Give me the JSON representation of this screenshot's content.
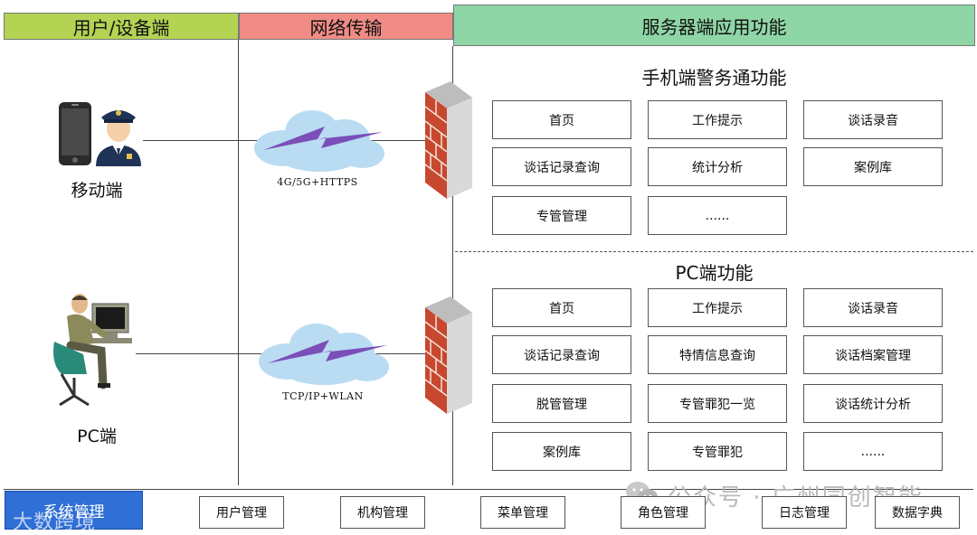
{
  "headers": {
    "user_device": "用户/设备端",
    "network": "网络传输",
    "server": "服务器端应用功能"
  },
  "colors": {
    "user_header": "#b5d353",
    "network_header": "#f08c85",
    "server_header": "#8fd6a6",
    "system_box": "#2f6fd6",
    "cloud": "#b9dcf3",
    "lightning": "#7b4fb8",
    "brick": "#c8472f"
  },
  "devices": {
    "mobile_label": "移动端",
    "pc_label": "PC端"
  },
  "network": {
    "mobile_protocol": "4G/5G+HTTPS",
    "pc_protocol": "TCP/IP+WLAN"
  },
  "mobile_section": {
    "title": "手机端警务通功能",
    "items": [
      "首页",
      "工作提示",
      "谈话录音",
      "谈话记录查询",
      "统计分析",
      "案例库",
      "专管管理",
      "......"
    ]
  },
  "pc_section": {
    "title": "PC端功能",
    "items": [
      "首页",
      "工作提示",
      "谈话录音",
      "谈话记录查询",
      "特情信息查询",
      "谈话档案管理",
      "脱管管理",
      "专管罪犯一览",
      "谈话统计分析",
      "案例库",
      "专管罪犯",
      "......"
    ]
  },
  "system": {
    "title": "系统管理",
    "items": [
      "用户管理",
      "机构管理",
      "菜单管理",
      "角色管理",
      "日志管理",
      "数据字典"
    ]
  },
  "watermarks": {
    "right": "公众号 · 广州同创智能",
    "left": "大数跨境"
  },
  "icons": [
    "phone-icon",
    "police-officer-icon",
    "pc-user-icon",
    "cloud-icon",
    "firewall-icon",
    "wechat-icon"
  ]
}
